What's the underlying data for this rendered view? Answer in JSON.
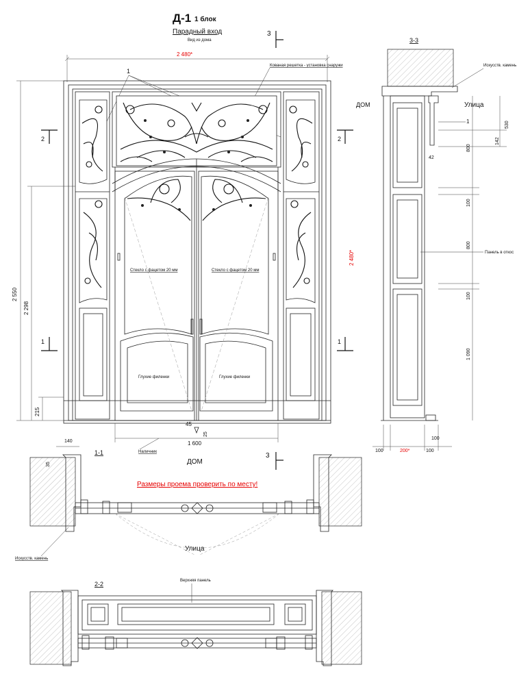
{
  "sheet": {
    "code": "Д-1",
    "block": "1 блок",
    "subtitle": "Парадный вход",
    "view_note": "Вид из дома"
  },
  "elevation": {
    "width_total": "2 480*",
    "height_total": "2 550",
    "height_door": "2 298",
    "height_base": "215",
    "width_door": "1 600",
    "side_height_red": "2 480*",
    "gap_45": "45",
    "gap_25": "25",
    "callout_number": "1",
    "grille_note": "Кованая решетка - установка снаружи",
    "glass_left": "Стекло с фацетом 20 мм",
    "glass_right": "Стекло с фацетом 20 мм",
    "panel_left": "Глухие филенки",
    "panel_right": "Глухие филенки",
    "platband": "Наличник",
    "house_label": "ДОМ",
    "section_marks": {
      "mark_3": "3",
      "mark_2": "2",
      "mark_1": "1"
    }
  },
  "section_33": {
    "label": "3-3",
    "stone": "Искусств. камень",
    "house": "ДОМ",
    "street": "Улица",
    "dim_530": "530",
    "dim_142": "142",
    "dim_1": "1",
    "dim_42": "42",
    "dim_800a": "800",
    "dim_100a": "100",
    "dim_800b": "800",
    "dim_100b": "100",
    "dim_1090": "1 090",
    "slope_panel": "Панель в откос",
    "bottom_100_left": "100",
    "bottom_200": "200*",
    "bottom_100_right": "100",
    "bottom_100_top": "100"
  },
  "section_11": {
    "label": "1-1",
    "dim_140": "140",
    "dim_35": "35",
    "house": "ДОМ",
    "mark_3": "3",
    "warning": "Размеры проема проверить по месту!",
    "street": "Улица",
    "stone": "Искусств. камень"
  },
  "section_22": {
    "label": "2-2",
    "top_panel": "Верхняя панель"
  },
  "colors": {
    "line": "#222222",
    "dimension_red": "#e60000",
    "hatch": "#999999"
  }
}
